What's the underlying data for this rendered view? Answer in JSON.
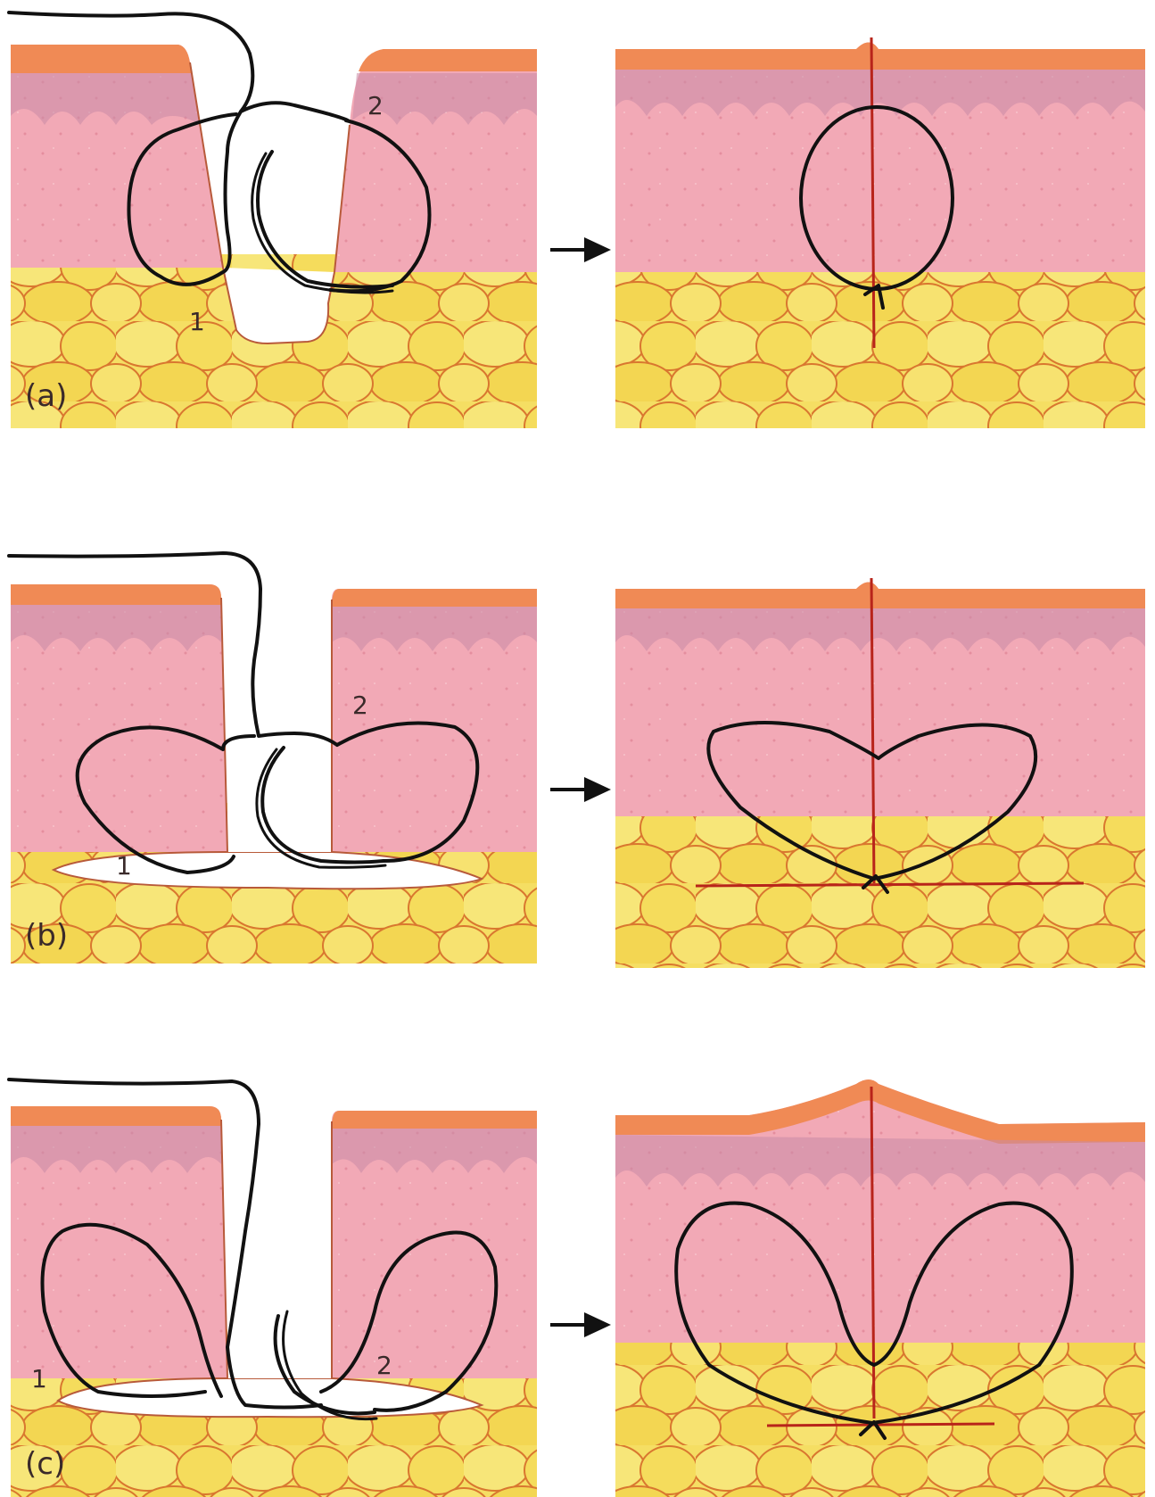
{
  "colors": {
    "epidermis": "#f08a55",
    "epidermis_top": "#e56a35",
    "dermis": "#f2a9b6",
    "papillae": "#c98aa6",
    "fat": "#f5de63",
    "fat_lines": "#d9772f",
    "suture": "#111111",
    "red_suture": "#b8241a"
  },
  "panels": [
    {
      "tag": "(a)",
      "left_numbers": [
        "1",
        "2"
      ]
    },
    {
      "tag": "(b)",
      "left_numbers": [
        "1",
        "2"
      ]
    },
    {
      "tag": "(c)",
      "left_numbers": [
        "1",
        "2"
      ]
    }
  ],
  "arrow_icon": "right-arrow-icon"
}
